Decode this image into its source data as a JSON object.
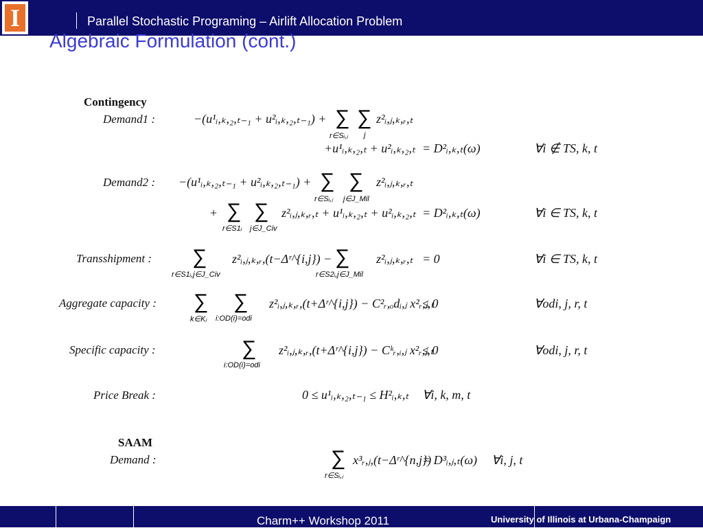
{
  "header": {
    "logo_letter": "I",
    "title": "Parallel Stochastic Programing – Airlift Allocation Problem"
  },
  "slide": {
    "title": "Algebraic Formulation (cont.)"
  },
  "formulation": {
    "contingency": {
      "heading": "Contingency",
      "demand1": {
        "label": "Demand1 :",
        "line1_lhs": "−(u¹ᵢ,ₖ,₂,ₜ₋₁ + u²ᵢ,ₖ,₂,ₜ₋₁) +",
        "line1_sum1_sub": "r∈Sᵢ,ⱼ",
        "line1_sum2_sub": "j",
        "line1_term": "z²ᵢ,ⱼ,ₖ,ᵣ,ₜ",
        "line2_lhs": "+u¹ᵢ,ₖ,₂,ₜ + u²ᵢ,ₖ,₂,ₜ",
        "rhs": "= D²ᵢ,ₖ,ₜ(ω)",
        "domain": "∀i ∉ TS, k, t"
      },
      "demand2": {
        "label": "Demand2 :",
        "line1_lhs": "−(u¹ᵢ,ₖ,₂,ₜ₋₁ + u²ᵢ,ₖ,₂,ₜ₋₁) +",
        "line1_sum1_sub": "r∈Sᵢ,ⱼ",
        "line1_sum2_sub": "j∈J_Mil",
        "line1_term": "z²ᵢ,ⱼ,ₖ,ᵣ,ₜ",
        "line2_plus": "+",
        "line2_sum1_sub": "r∈S1ᵢ",
        "line2_sum2_sub": "j∈J_Civ",
        "line2_term": "z²ᵢ,ⱼ,ₖ,ᵣ,ₜ + u¹ᵢ,ₖ,₂,ₜ + u²ᵢ,ₖ,₂,ₜ",
        "rhs": "= D²ᵢ,ₖ,ₜ(ω)",
        "domain": "∀i ∈ TS, k, t"
      },
      "transshipment": {
        "label": "Transshipment :",
        "sum1_sub": "r∈S1ᵢ,j∈J_Civ",
        "term1": "z²ᵢ,ⱼ,ₖ,ᵣ,(t−Δʳ^{i,j}) −",
        "sum2_sub": "r∈S2ᵢ,j∈J_Mil",
        "term2": "z²ᵢ,ⱼ,ₖ,ᵣ,ₜ",
        "rhs": "= 0",
        "domain": "∀i ∈ TS, k, t"
      },
      "aggregate_capacity": {
        "label": "Aggregate capacity :",
        "sum1_sub": "k∈Kⱼ",
        "sum2_sub": "i:OD(i)=odi",
        "term": "z²ᵢ,ⱼ,ₖ,ᵣ,(t+Δʳ^{i,j}) − C²ᵣ,ₒdᵢ,ⱼ x²ᵣ,ⱼ,ₜ",
        "rhs": "≤ 0",
        "domain": "∀odi, j, r, t"
      },
      "specific_capacity": {
        "label": "Specific capacity :",
        "sum_sub": "i:OD(i)=odi",
        "term": "z²ᵢ,ⱼ,ₖ,ᵣ,(t+Δʳ^{i,j}) − Cᵏᵣ,ᵢ,ⱼ x²ᵣ,ⱼ,ₜ",
        "rhs": "≤ 0",
        "domain": "∀odi, j, r, t"
      },
      "price_break": {
        "label": "Price Break :",
        "expr": "0 ≤ u¹ᵢ,ₖ,₂,ₜ₋₁ ≤ H²ᵢ,ₖ,ₜ",
        "domain": "∀i, k, m, t"
      }
    },
    "saam": {
      "heading": "SAAM",
      "demand": {
        "label": "Demand :",
        "sum_sub": "r∈Sᵢ,ⱼ",
        "term": "x³ᵣ,ⱼ,(t−Δʳ^{n,j})",
        "rhs": "= D³ᵢ,ⱼ,ₜ(ω)",
        "domain": "∀i, j, t"
      }
    }
  },
  "footer": {
    "center": "Charm++ Workshop 2011",
    "right": "University of Illinois at Urbana-Champaign"
  }
}
